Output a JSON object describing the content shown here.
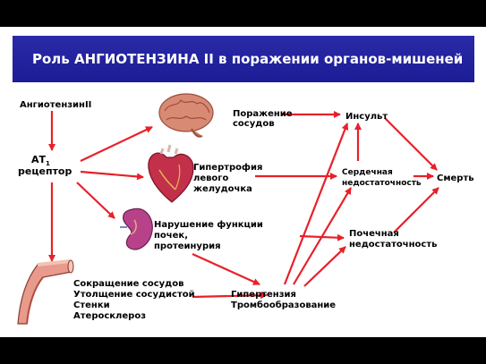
{
  "title": "Роль АНГИОТЕНЗИНА II в поражении органов-мишеней",
  "nodes": {
    "angiotensin": "АнгиотензинII",
    "at1_main": "АТ",
    "at1_sub": "1",
    "at1_receptor": "рецептор",
    "vessels_line1": "Поражение",
    "vessels_line2": "сосудов",
    "lvh_line1": "Гипертрофия",
    "lvh_line2": "левого",
    "lvh_line3": "желудочка",
    "kidney_line1": "Нарушение функции",
    "kidney_line2": "почек,",
    "kidney_line3": "протеинурия",
    "vaso_line1": "Сокращение сосудов",
    "vaso_line2": "Утолщение сосудистой",
    "vaso_line3": "Стенки",
    "vaso_line4": "Атеросклероз",
    "hyper_line1": "Гипертензия",
    "hyper_line2": "Тромбообразование",
    "stroke": "Инсульт",
    "hf_line1": "Сердечная",
    "hf_line2": "недостаточность",
    "renal_line1": "Почечная",
    "renal_line2": "недостаточность",
    "death": "Смерть"
  },
  "colors": {
    "title_bar": "#1c1c96",
    "title_text": "#ffffff",
    "arrow": "#e8202a",
    "background": "#ffffff",
    "frame": "#000000"
  },
  "icons": {
    "brain": "brain-icon",
    "heart": "heart-icon",
    "kidney": "kidney-icon",
    "artery": "artery-icon"
  }
}
